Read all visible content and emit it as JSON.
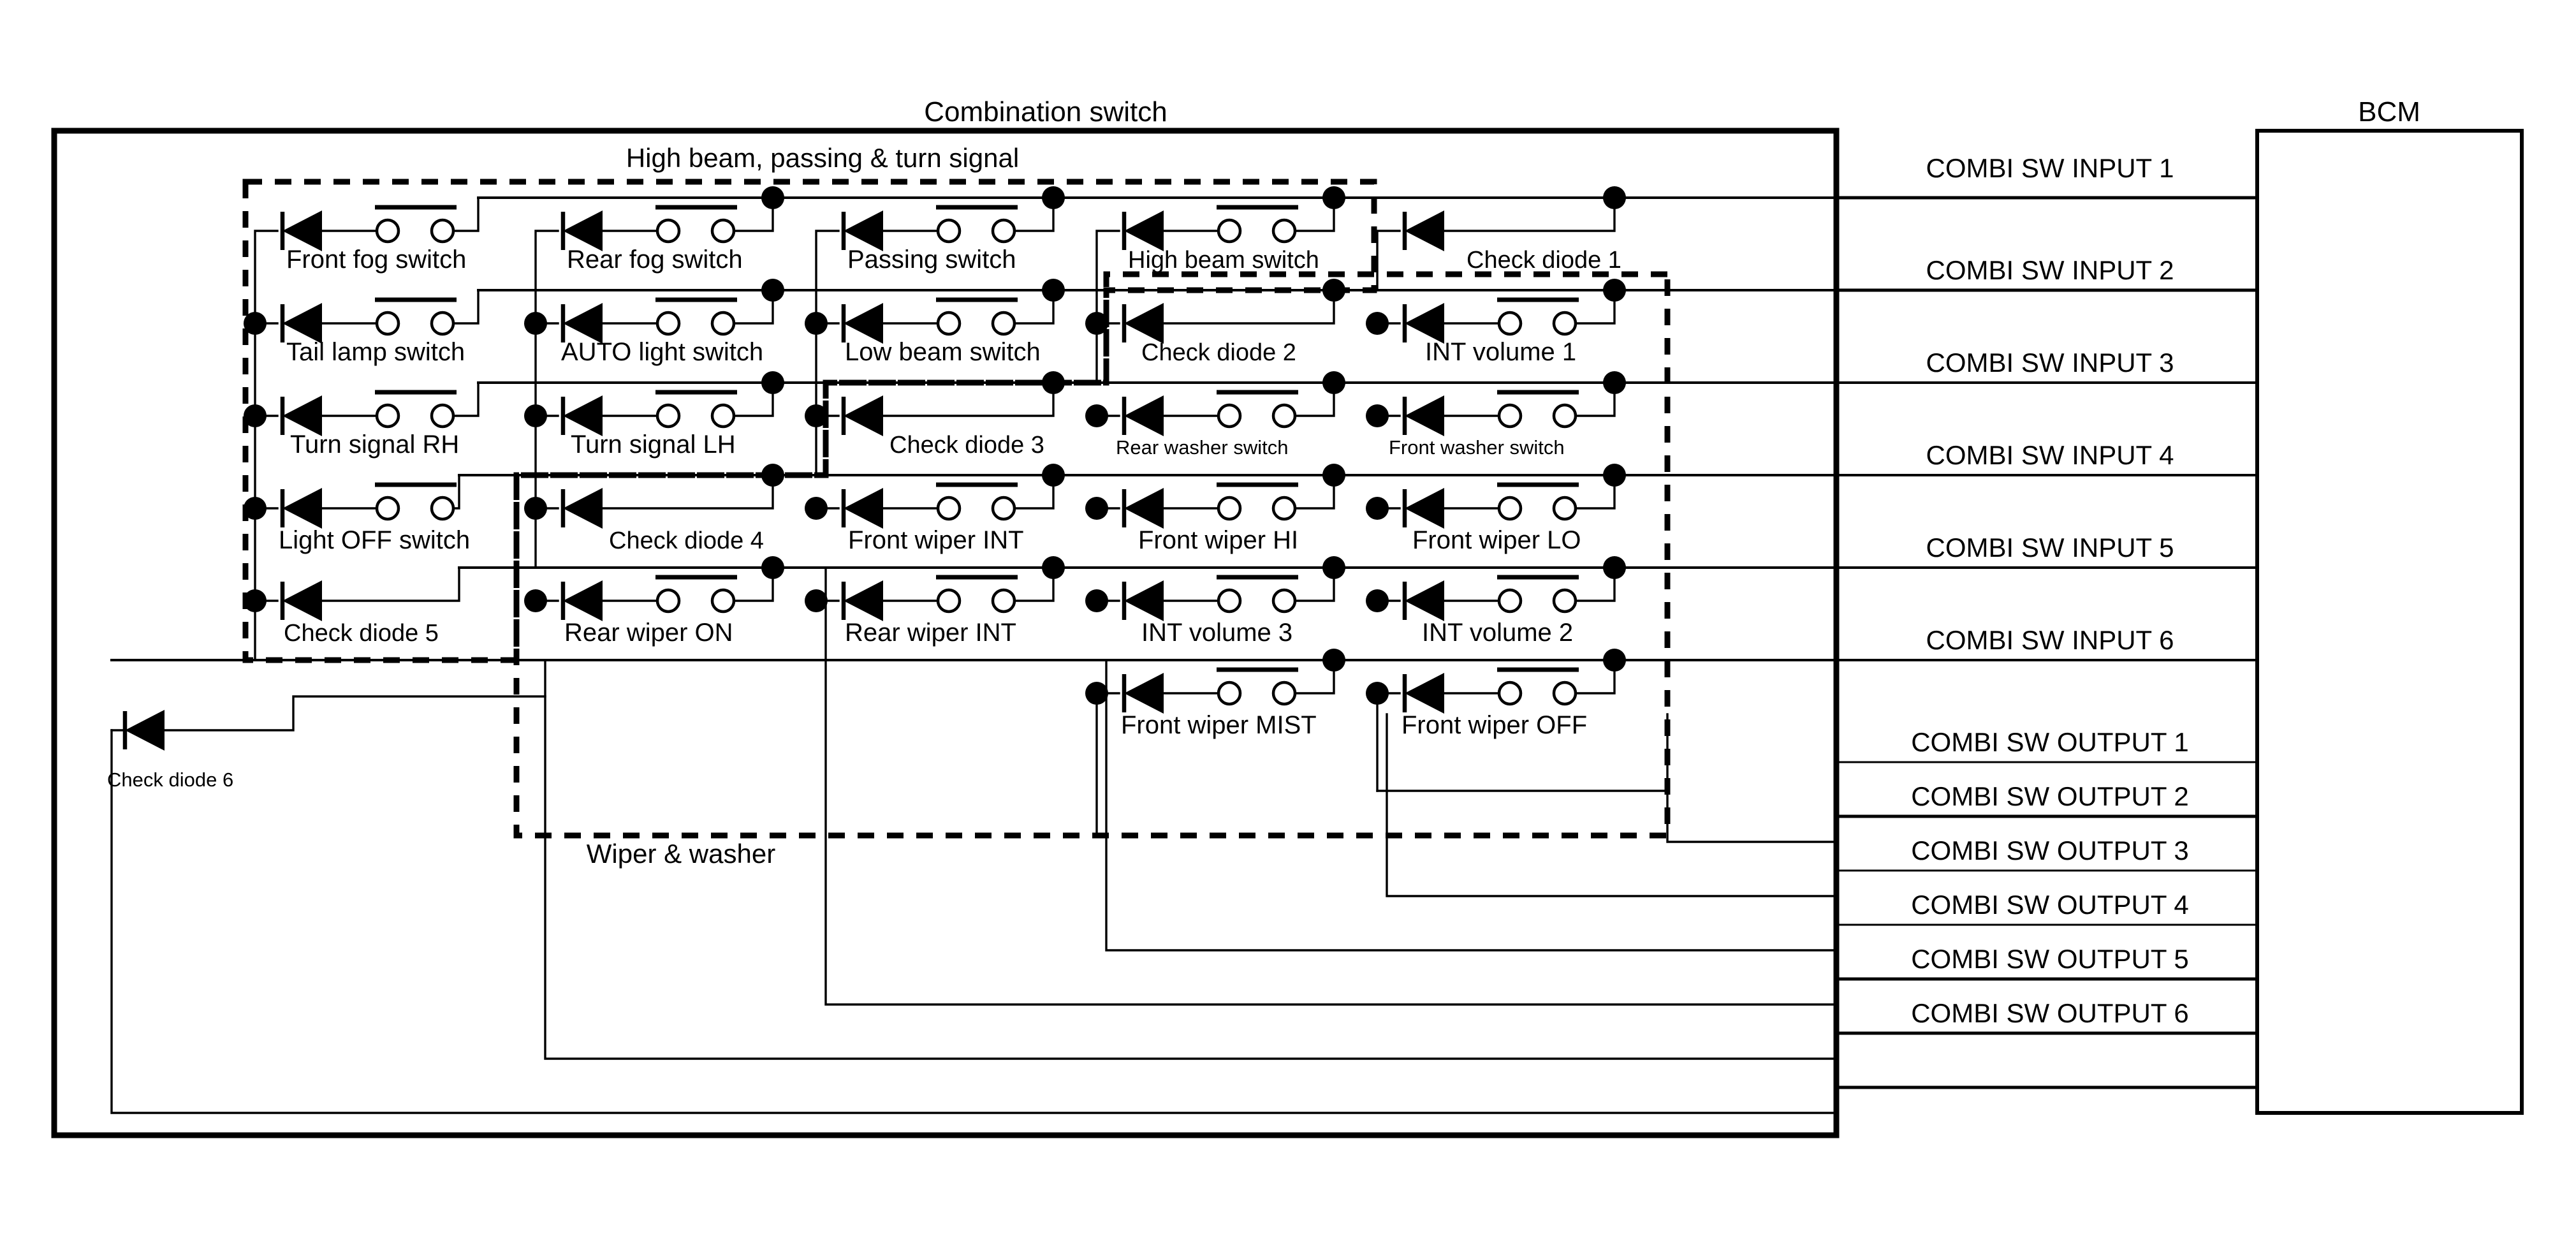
{
  "diagram": {
    "title": "Combination switch",
    "bcm_title": "BCM",
    "group_labels": {
      "high_beam": "High beam, passing & turn signal",
      "wiper_washer": "Wiper & washer"
    }
  },
  "switch_matrix": {
    "columns": 5,
    "rows": 7,
    "cells": [
      {
        "row": 0,
        "col": 0,
        "label": "Front fog switch",
        "kind": "switch"
      },
      {
        "row": 0,
        "col": 1,
        "label": "Rear fog switch",
        "kind": "switch"
      },
      {
        "row": 0,
        "col": 2,
        "label": "Passing switch",
        "kind": "switch"
      },
      {
        "row": 0,
        "col": 3,
        "label": "High beam switch",
        "kind": "switch"
      },
      {
        "row": 0,
        "col": 4,
        "label": "Check diode 1",
        "kind": "diode"
      },
      {
        "row": 1,
        "col": 0,
        "label": "Tail lamp switch",
        "kind": "switch"
      },
      {
        "row": 1,
        "col": 1,
        "label": "AUTO light switch",
        "kind": "switch"
      },
      {
        "row": 1,
        "col": 2,
        "label": "Low beam switch",
        "kind": "switch"
      },
      {
        "row": 1,
        "col": 3,
        "label": "Check diode 2",
        "kind": "diode"
      },
      {
        "row": 1,
        "col": 4,
        "label": "INT volume 1",
        "kind": "switch"
      },
      {
        "row": 2,
        "col": 0,
        "label": "Turn signal RH",
        "kind": "switch"
      },
      {
        "row": 2,
        "col": 1,
        "label": "Turn signal LH",
        "kind": "switch"
      },
      {
        "row": 2,
        "col": 2,
        "label": "Check diode 3",
        "kind": "diode"
      },
      {
        "row": 2,
        "col": 3,
        "label": "Rear washer switch",
        "kind": "switch"
      },
      {
        "row": 2,
        "col": 4,
        "label": "Front washer switch",
        "kind": "switch"
      },
      {
        "row": 3,
        "col": 0,
        "label": "Light OFF switch",
        "kind": "switch"
      },
      {
        "row": 3,
        "col": 1,
        "label": "Check diode 4",
        "kind": "diode"
      },
      {
        "row": 3,
        "col": 2,
        "label": "Front wiper INT",
        "kind": "switch"
      },
      {
        "row": 3,
        "col": 3,
        "label": "Front wiper HI",
        "kind": "switch"
      },
      {
        "row": 3,
        "col": 4,
        "label": "Front wiper LO",
        "kind": "switch"
      },
      {
        "row": 4,
        "col": 0,
        "label": "Check diode 5",
        "kind": "diode"
      },
      {
        "row": 4,
        "col": 1,
        "label": "Rear wiper ON",
        "kind": "switch"
      },
      {
        "row": 4,
        "col": 2,
        "label": "Rear wiper INT",
        "kind": "switch"
      },
      {
        "row": 4,
        "col": 3,
        "label": "INT volume 3",
        "kind": "switch"
      },
      {
        "row": 4,
        "col": 4,
        "label": "INT volume 2",
        "kind": "switch"
      },
      {
        "row": 5,
        "col": 3,
        "label": "Front wiper MIST",
        "kind": "switch"
      },
      {
        "row": 5,
        "col": 4,
        "label": "Front wiper OFF",
        "kind": "switch"
      }
    ],
    "standalone": [
      {
        "label": "Check diode 6",
        "kind": "diode"
      }
    ]
  },
  "bcm_terminals": {
    "inputs": [
      "COMBI SW INPUT 1",
      "COMBI SW INPUT 2",
      "COMBI SW INPUT 3",
      "COMBI SW INPUT 4",
      "COMBI SW INPUT 5",
      "COMBI SW INPUT 6"
    ],
    "outputs": [
      "COMBI SW OUTPUT 1",
      "COMBI SW OUTPUT 2",
      "COMBI SW OUTPUT 3",
      "COMBI SW OUTPUT 4",
      "COMBI SW OUTPUT 5",
      "COMBI SW OUTPUT 6"
    ]
  },
  "colors": {
    "line": "#000000",
    "background": "#ffffff"
  }
}
